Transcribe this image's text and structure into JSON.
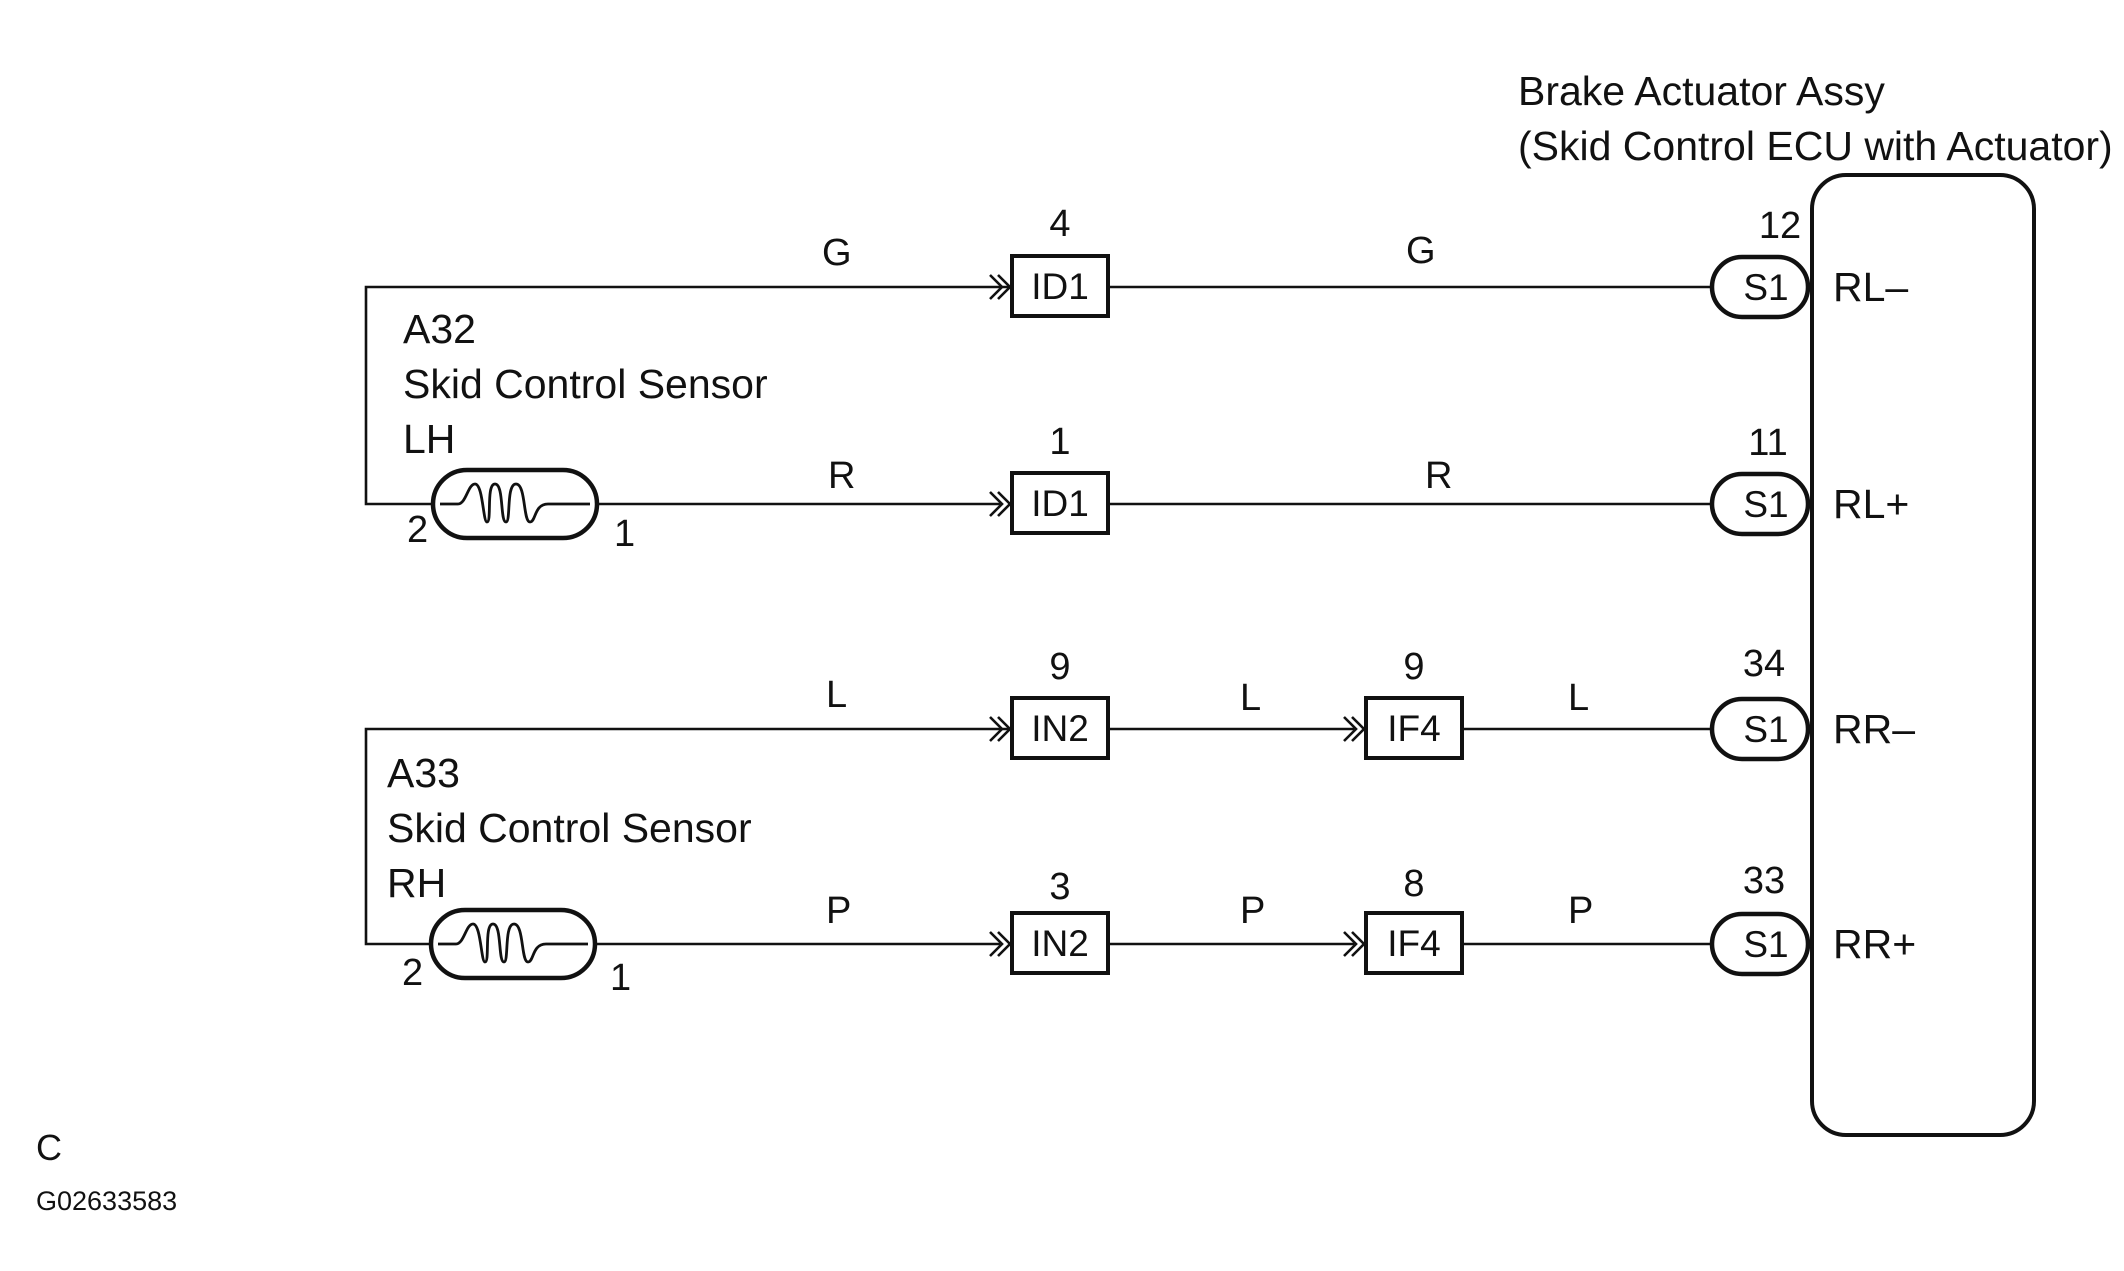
{
  "ecu": {
    "title_line1": "Brake Actuator Assy",
    "title_line2": "(Skid Control ECU with Actuator)",
    "pins": [
      {
        "number": "12",
        "connector": "S1",
        "terminal": "RL–"
      },
      {
        "number": "11",
        "connector": "S1",
        "terminal": "RL+"
      },
      {
        "number": "34",
        "connector": "S1",
        "terminal": "RR–"
      },
      {
        "number": "33",
        "connector": "S1",
        "terminal": "RR+"
      }
    ]
  },
  "sensors": [
    {
      "code": "A32",
      "name": "Skid Control Sensor",
      "side": "LH",
      "pin_left": "2",
      "pin_right": "1"
    },
    {
      "code": "A33",
      "name": "Skid Control Sensor",
      "side": "RH",
      "pin_left": "2",
      "pin_right": "1"
    }
  ],
  "wires": [
    {
      "segments": [
        "G",
        "G"
      ],
      "connectors": [
        {
          "label": "ID1",
          "pin": "4"
        }
      ]
    },
    {
      "segments": [
        "R",
        "R"
      ],
      "connectors": [
        {
          "label": "ID1",
          "pin": "1"
        }
      ]
    },
    {
      "segments": [
        "L",
        "L",
        "L"
      ],
      "connectors": [
        {
          "label": "IN2",
          "pin": "9"
        },
        {
          "label": "IF4",
          "pin": "9"
        }
      ]
    },
    {
      "segments": [
        "P",
        "P",
        "P"
      ],
      "connectors": [
        {
          "label": "IN2",
          "pin": "3"
        },
        {
          "label": "IF4",
          "pin": "8"
        }
      ]
    }
  ],
  "footer": {
    "letter": "C",
    "code": "G02633583"
  }
}
